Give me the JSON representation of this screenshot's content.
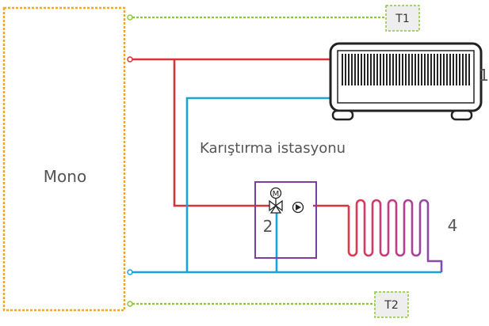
{
  "colors": {
    "hot": "#d6333a",
    "cold": "#1aa3d9",
    "sensor": "#8dc63f",
    "unit_outline": "#f5a623",
    "mixing_box": "#7b3fa0",
    "radiator": "#222222",
    "label": "#555555",
    "sensor_fill": "#eeeeee"
  },
  "unit": {
    "label": "Mono"
  },
  "sensors": [
    {
      "id": "t1",
      "label": "T1"
    },
    {
      "id": "t2",
      "label": "T2"
    }
  ],
  "mixing_station": {
    "label": "Karıştırma istasyonu"
  },
  "components": {
    "radiator": {
      "number": "1"
    },
    "mixing_valve": {
      "number": "2",
      "motor_symbol": "M"
    },
    "floor_heating": {
      "number": "4"
    }
  }
}
